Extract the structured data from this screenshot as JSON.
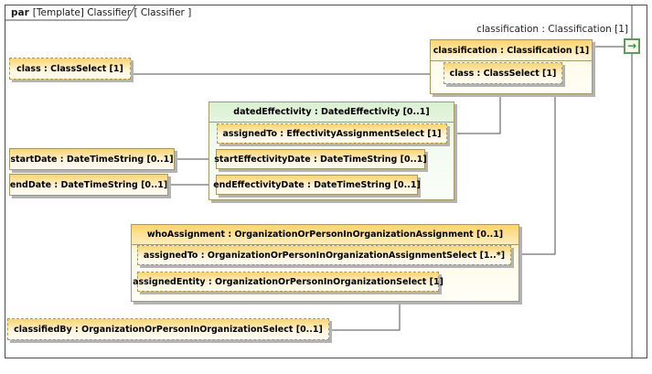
{
  "frame": {
    "kind_label": "par",
    "title": "[Template] Classifier [ Classifier ]"
  },
  "floating_label": "classification : Classification [1]",
  "port": {
    "icon": "right-arrow-icon",
    "glyph": "→"
  },
  "boxes": {
    "left_class": {
      "label": "class : ClassSelect [1]"
    },
    "start_date": {
      "label": "startDate : DateTimeString [0..1]"
    },
    "end_date": {
      "label": "endDate : DateTimeString [0..1]"
    },
    "classified_by": {
      "label": "classifiedBy : OrganizationOrPersonInOrganizationSelect [0..1]"
    },
    "classification": {
      "header": "classification : Classification [1]",
      "class_child": {
        "label": "class : ClassSelect [1]"
      }
    },
    "dated_effectivity": {
      "header": "datedEffectivity : DatedEffectivity [0..1]",
      "assigned_to": {
        "label": "assignedTo : EffectivityAssignmentSelect [1]"
      },
      "start": {
        "label": "startEffectivityDate : DateTimeString [0..1]"
      },
      "end": {
        "label": "endEffectivityDate : DateTimeString [0..1]"
      }
    },
    "who_assignment": {
      "header": "whoAssignment : OrganizationOrPersonInOrganizationAssignment [0..1]",
      "assigned_to": {
        "label": "assignedTo : OrganizationOrPersonInOrganizationAssignmentSelect [1..*]"
      },
      "assigned_entity": {
        "label": "assignedEntity : OrganizationOrPersonInOrganizationSelect [1]"
      }
    }
  },
  "colors": {
    "box_border": "#a69a64",
    "box_gradient_top": "#fdd469",
    "box_gradient_bottom": "#fffef6",
    "green_box_top": "#daf0d2",
    "connector": "#4d4d4d",
    "shadow": "#b3b3b3",
    "port_border": "#5e9a5e",
    "port_arrow": "#3c8c3c"
  }
}
